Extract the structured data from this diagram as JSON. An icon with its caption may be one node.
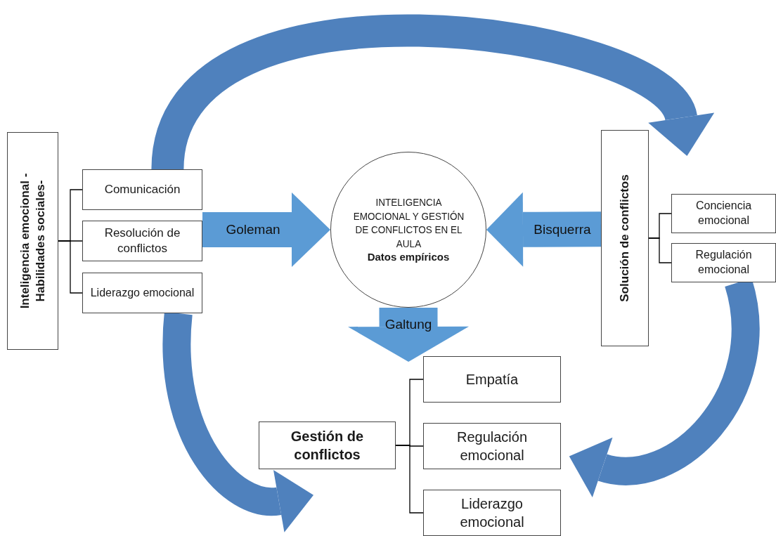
{
  "diagram": {
    "nodes": [
      {
        "text": [
          "Inteligencia emocional -Habilidades sociales-"
        ]
      },
      {
        "text": [
          "Comunicación"
        ]
      },
      {
        "text": [
          "Resolución de conflictos"
        ]
      },
      {
        "text": [
          "Liderazgo emocional"
        ]
      },
      {
        "text": [
          "INTELIGENCIA EMOCIONAL Y GESTIÓN DE CONFLICTOS EN EL AULA",
          "Datos empíricos"
        ]
      },
      {
        "text": [
          "Solución de conflictos"
        ]
      },
      {
        "text": [
          "Conciencia emocional"
        ]
      },
      {
        "text": [
          "Regulación emocional"
        ]
      },
      {
        "text": [
          "Gestión de conflictos"
        ]
      },
      {
        "text": [
          "Empatía"
        ]
      },
      {
        "text": [
          "Regulación emocional"
        ]
      },
      {
        "text": [
          "Liderazgo emocional"
        ]
      }
    ],
    "edges": [
      {
        "from": 0,
        "to": 1,
        "arrow": "none"
      },
      {
        "from": 0,
        "to": 2,
        "arrow": "none"
      },
      {
        "from": 0,
        "to": 3,
        "arrow": "none"
      },
      {
        "from": 5,
        "to": 6,
        "arrow": "none"
      },
      {
        "from": 5,
        "to": 7,
        "arrow": "none"
      },
      {
        "from": 8,
        "to": 9,
        "arrow": "none"
      },
      {
        "from": 8,
        "to": 10,
        "arrow": "none"
      },
      {
        "from": 8,
        "to": 11,
        "arrow": "none"
      },
      {
        "from": 2,
        "to": 4,
        "arrow": "to",
        "label": "Goleman",
        "style": "thick",
        "color": "#5b9bd5"
      },
      {
        "from": 5,
        "to": 4,
        "arrow": "to",
        "label": "Bisquerra",
        "style": "thick",
        "color": "#5b9bd5"
      },
      {
        "from": 4,
        "to": 8,
        "arrow": "to",
        "label": "Galtung",
        "style": "thick",
        "color": "#5b9bd5"
      },
      {
        "from": 1,
        "to": 5,
        "arrow": "to",
        "style": "thick",
        "color": "#4f81bd"
      },
      {
        "from": 3,
        "to": 8,
        "arrow": "to",
        "style": "thick",
        "color": "#4f81bd"
      },
      {
        "from": 7,
        "to": 10,
        "arrow": "to",
        "style": "thick",
        "color": "#4f81bd"
      }
    ]
  }
}
